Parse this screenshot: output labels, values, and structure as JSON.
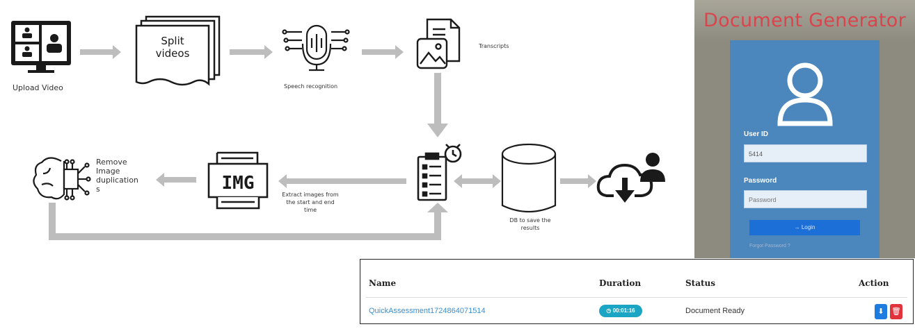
{
  "pipeline": {
    "upload_video": "Upload Video",
    "split_videos_1": "Split",
    "split_videos_2": "videos",
    "speech_recognition": "Speech recognition",
    "transcripts": "Transcripts",
    "img_label": "IMG",
    "remove_dup_1": "Remove",
    "remove_dup_2": "Image",
    "remove_dup_3": "duplication",
    "remove_dup_4": "s",
    "extract_1": "Extract images from",
    "extract_2": "the start and end",
    "extract_3": "time",
    "db_1": "DB to save the",
    "db_2": "results",
    "arrow_color": "#bdbdbd"
  },
  "login": {
    "title": "Document Generator",
    "user_id_label": "User ID",
    "user_id_value": "5414",
    "password_label": "Password",
    "password_placeholder": "Password",
    "login_button": "→ Login",
    "forgot": "Forgot Password ?",
    "title_color": "#d9454d",
    "card_color": "#4b86bd"
  },
  "table": {
    "headers": [
      "Name",
      "Duration",
      "Status",
      "Action"
    ],
    "rows": [
      {
        "name": "QuickAssessment1724864071514",
        "duration": "00:01:16",
        "status": "Document Ready"
      }
    ]
  }
}
